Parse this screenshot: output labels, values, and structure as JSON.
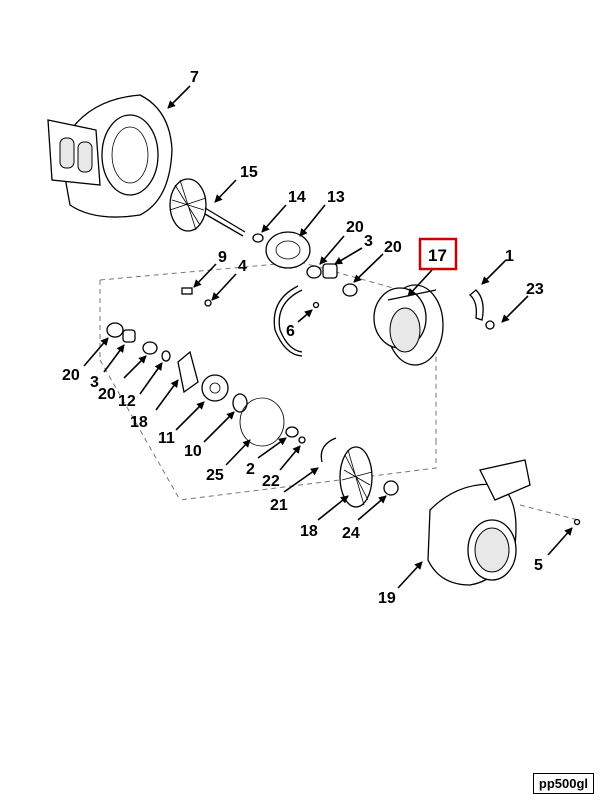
{
  "figure_id": "pp500gl",
  "highlight_color": "#cc0000",
  "callouts": [
    {
      "key": "c7",
      "label": "7"
    },
    {
      "key": "c15",
      "label": "15"
    },
    {
      "key": "c14",
      "label": "14"
    },
    {
      "key": "c13",
      "label": "13"
    },
    {
      "key": "c20a",
      "label": "20"
    },
    {
      "key": "c3a",
      "label": "3"
    },
    {
      "key": "c20b",
      "label": "20"
    },
    {
      "key": "c17",
      "label": "17"
    },
    {
      "key": "c1",
      "label": "1"
    },
    {
      "key": "c23",
      "label": "23"
    },
    {
      "key": "c9",
      "label": "9"
    },
    {
      "key": "c4",
      "label": "4"
    },
    {
      "key": "c6",
      "label": "6"
    },
    {
      "key": "c20c",
      "label": "20"
    },
    {
      "key": "c3b",
      "label": "3"
    },
    {
      "key": "c20d",
      "label": "20"
    },
    {
      "key": "c12",
      "label": "12"
    },
    {
      "key": "c18a",
      "label": "18"
    },
    {
      "key": "c11",
      "label": "11"
    },
    {
      "key": "c10",
      "label": "10"
    },
    {
      "key": "c25",
      "label": "25"
    },
    {
      "key": "c2",
      "label": "2"
    },
    {
      "key": "c22",
      "label": "22"
    },
    {
      "key": "c21",
      "label": "21"
    },
    {
      "key": "c18b",
      "label": "18"
    },
    {
      "key": "c24",
      "label": "24"
    },
    {
      "key": "c5",
      "label": "5"
    },
    {
      "key": "c19",
      "label": "19"
    }
  ],
  "highlighted_callout": "17"
}
